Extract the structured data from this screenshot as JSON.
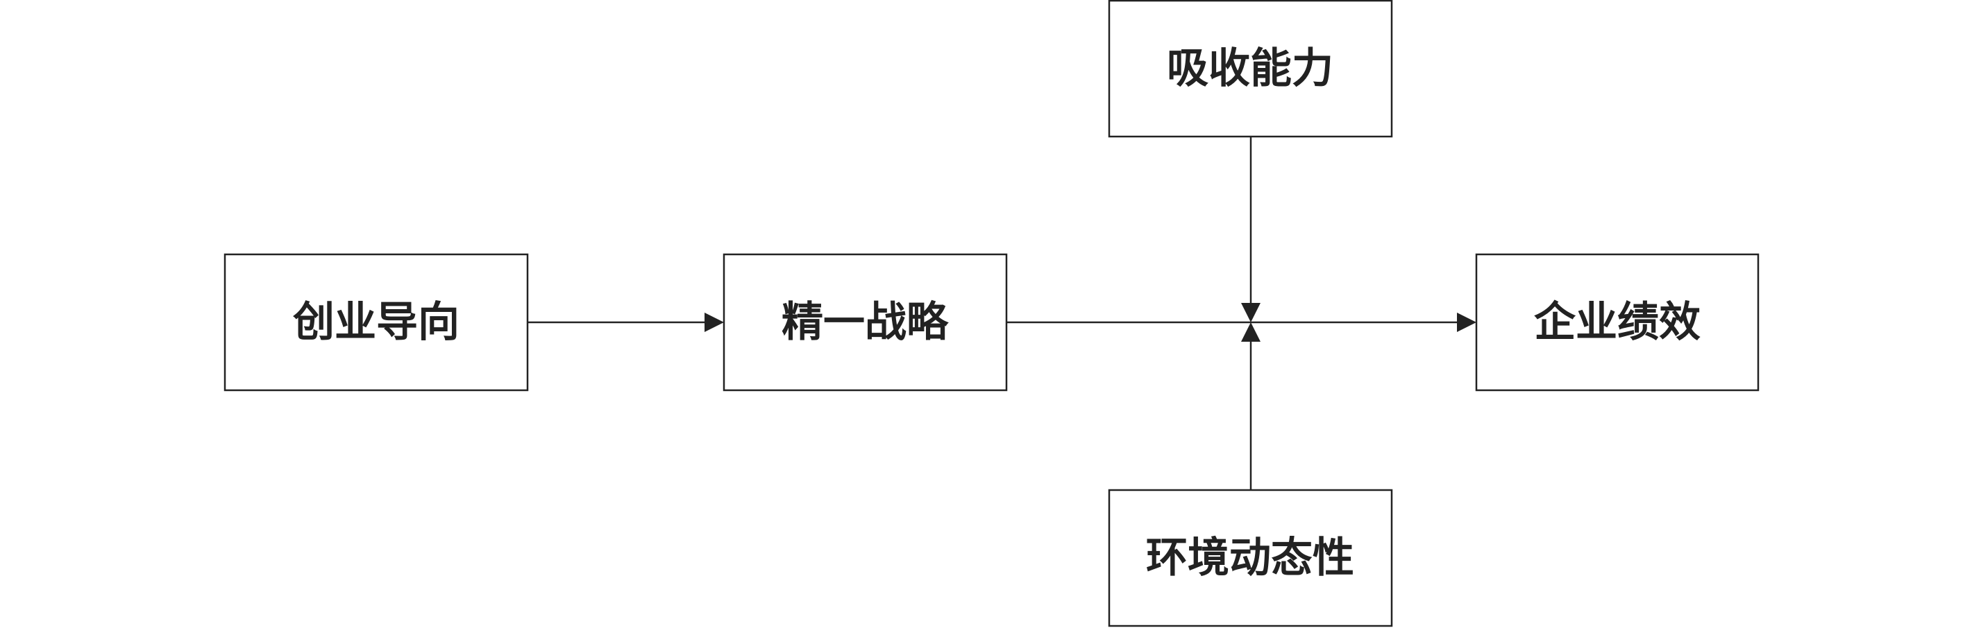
{
  "diagram": {
    "nodes": {
      "entrepreneurial_orientation": {
        "label": "创业导向"
      },
      "lean_strategy": {
        "label": "精一战略"
      },
      "firm_performance": {
        "label": "企业绩效"
      },
      "absorptive_capacity": {
        "label": "吸收能力"
      },
      "environmental_dynamism": {
        "label": "环境动态性"
      }
    },
    "edges": [
      {
        "from": "entrepreneurial_orientation",
        "to": "lean_strategy"
      },
      {
        "from": "lean_strategy",
        "to": "firm_performance"
      },
      {
        "from": "absorptive_capacity",
        "to": "lean_strategy->firm_performance"
      },
      {
        "from": "environmental_dynamism",
        "to": "lean_strategy->firm_performance"
      }
    ],
    "colors": {
      "stroke": "#222222",
      "fill": "#ffffff",
      "text": "#222222"
    }
  }
}
